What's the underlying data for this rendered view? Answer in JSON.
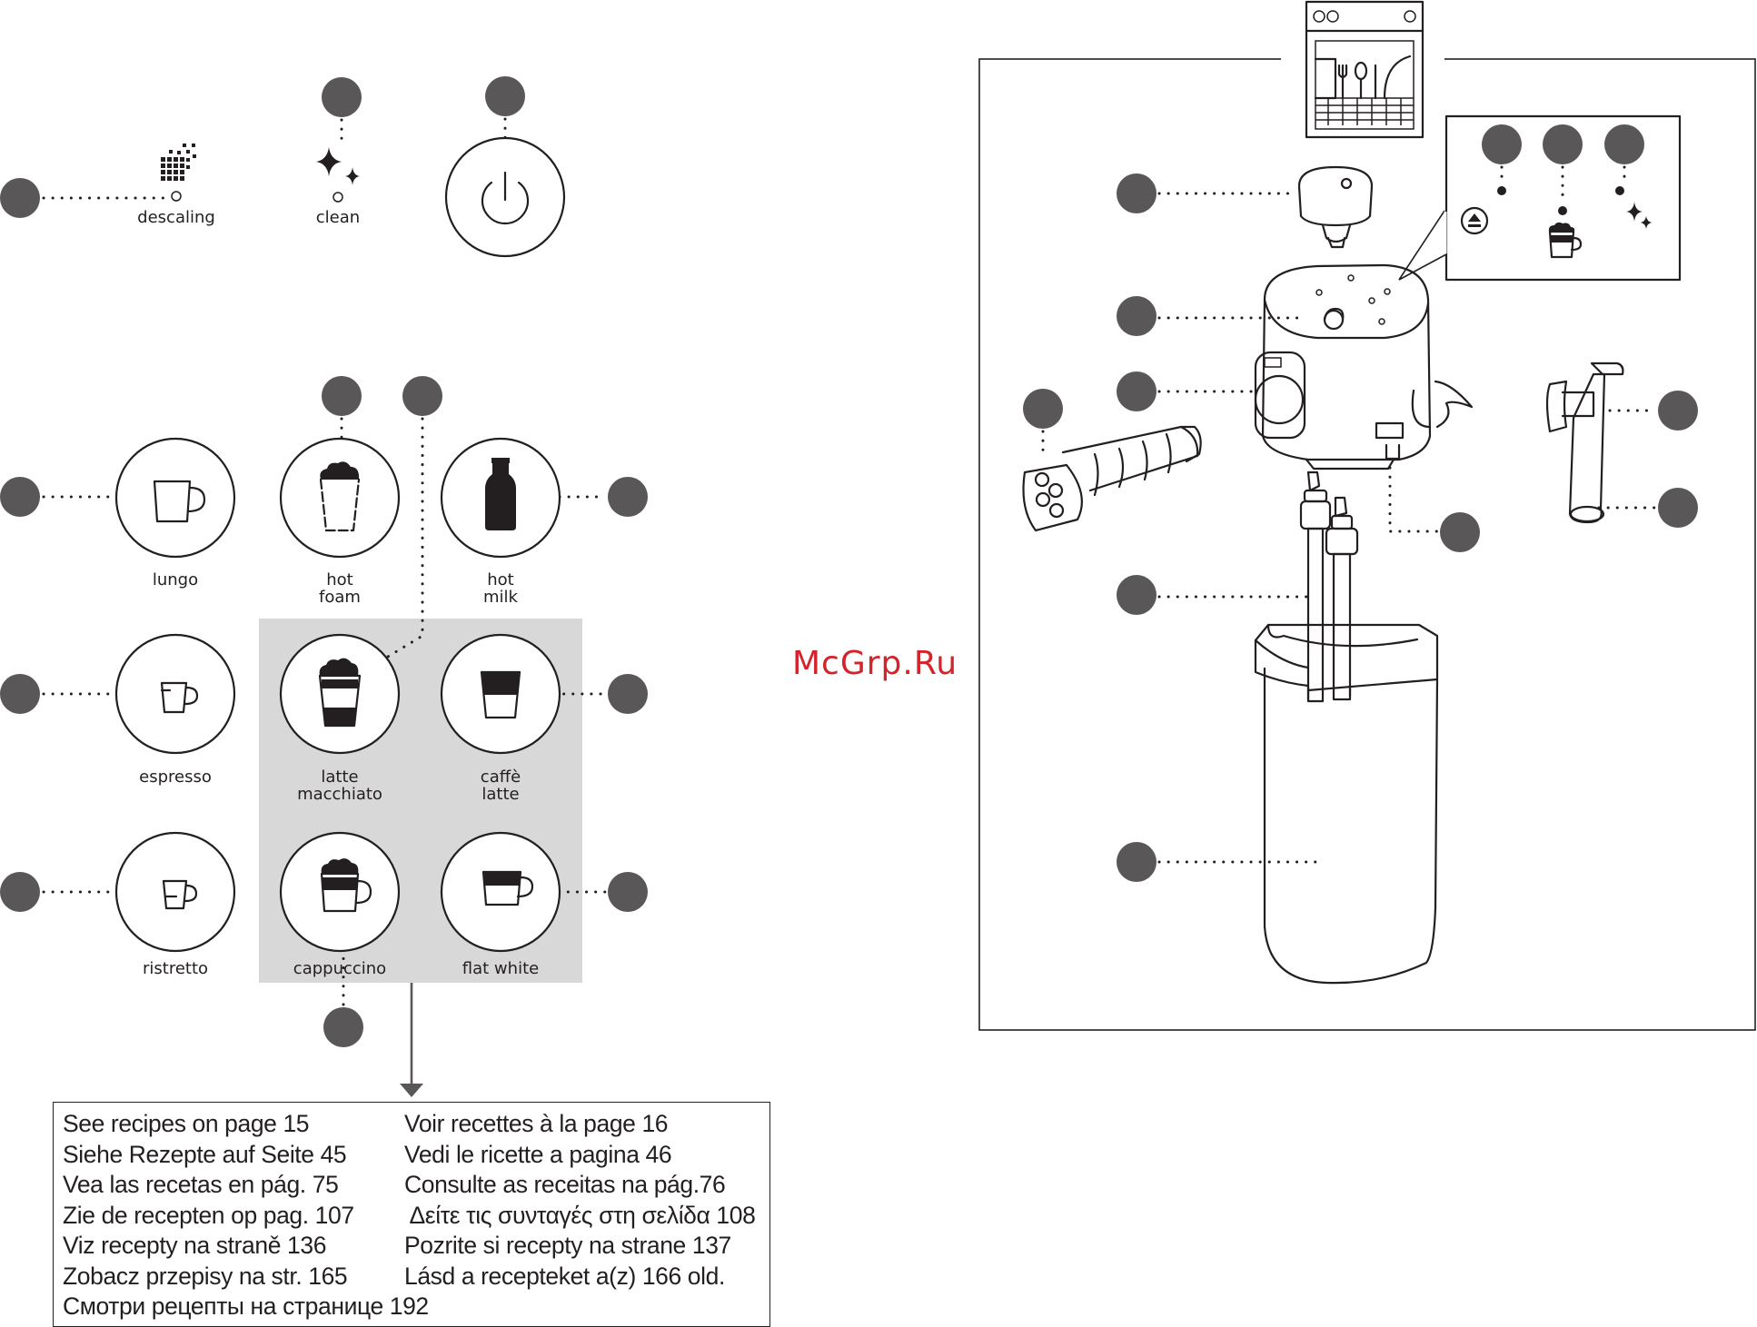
{
  "control_panel": {
    "indicators": [
      {
        "id": "descaling",
        "label": "descaling",
        "icon": "descaling-icon"
      },
      {
        "id": "clean",
        "label": "clean",
        "icon": "sparkle-icon"
      }
    ],
    "power_button": {
      "icon": "power-icon"
    }
  },
  "beverage_buttons": [
    {
      "id": "lungo",
      "label_lines": [
        "lungo"
      ],
      "icon": "lungo-cup-icon"
    },
    {
      "id": "hot-foam",
      "label_lines": [
        "hot",
        "foam"
      ],
      "icon": "hot-foam-glass-icon"
    },
    {
      "id": "hot-milk",
      "label_lines": [
        "hot",
        "milk"
      ],
      "icon": "milk-bottle-icon"
    },
    {
      "id": "espresso",
      "label_lines": [
        "espresso"
      ],
      "icon": "espresso-cup-icon"
    },
    {
      "id": "latte-macchiato",
      "label_lines": [
        "latte",
        "macchiato"
      ],
      "icon": "latte-macchiato-glass-icon"
    },
    {
      "id": "caffe-latte",
      "label_lines": [
        "caffè",
        "latte"
      ],
      "icon": "caffe-latte-glass-icon"
    },
    {
      "id": "ristretto",
      "label_lines": [
        "ristretto"
      ],
      "icon": "ristretto-cup-icon"
    },
    {
      "id": "cappuccino",
      "label_lines": [
        "cappuccino"
      ],
      "icon": "cappuccino-cup-icon"
    },
    {
      "id": "flat-white",
      "label_lines": [
        "flat white"
      ],
      "icon": "flat-white-cup-icon"
    }
  ],
  "recipes": {
    "left": [
      "See recipes on page 15",
      "Siehe Rezepte auf Seite 45",
      "Vea las recetas en pág. 75",
      "Zie de recepten op pag. 107",
      "Viz recepty na straně 136",
      "Zobacz przepisy na str. 165",
      "Смотри рецепты на странице 192"
    ],
    "right": [
      "Voir recettes à la page 16",
      "Vedi le ricette a pagina 46",
      "Consulte as receitas na pág.76",
      " Δείτε τις συνταγές στη σελίδα 108",
      "Pozrite si recepty na strane 137",
      "Lásd a recepteket a(z) 166 old."
    ]
  },
  "watermark": "McGrp.Ru",
  "colors": {
    "callout": "#595758",
    "outline": "#231f20",
    "highlight": "#d9d8d8",
    "watermark": "#d4232a"
  }
}
